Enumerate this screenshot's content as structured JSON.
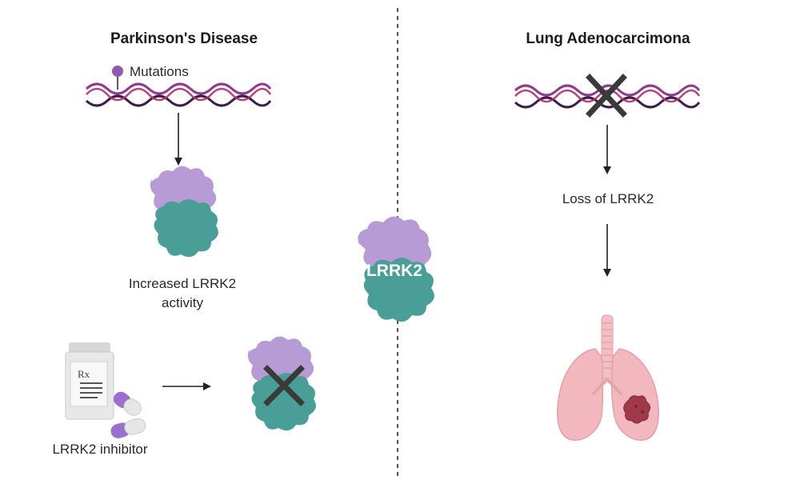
{
  "left_panel": {
    "title": "Parkinson's Disease",
    "mutations_label": "Mutations",
    "increased_activity_line1": "Increased LRRK2",
    "increased_activity_line2": "activity",
    "inhibitor_label": "LRRK2 inhibitor",
    "rx_symbol": "Rx"
  },
  "center": {
    "protein_label": "LRRK2"
  },
  "right_panel": {
    "title": "Lung Adenocarcimona",
    "loss_label": "Loss of LRRK2"
  },
  "colors": {
    "dna_purple": "#8e3a8e",
    "dna_dark": "#3a1f4a",
    "kinase_purple": "#b79bd4",
    "kinase_teal": "#4a9e98",
    "cross": "#3a3a3a",
    "pill_purple": "#9b6fd0",
    "lung_pink": "#f2b8be",
    "tumor": "#a03a48",
    "divider": "#555555"
  }
}
